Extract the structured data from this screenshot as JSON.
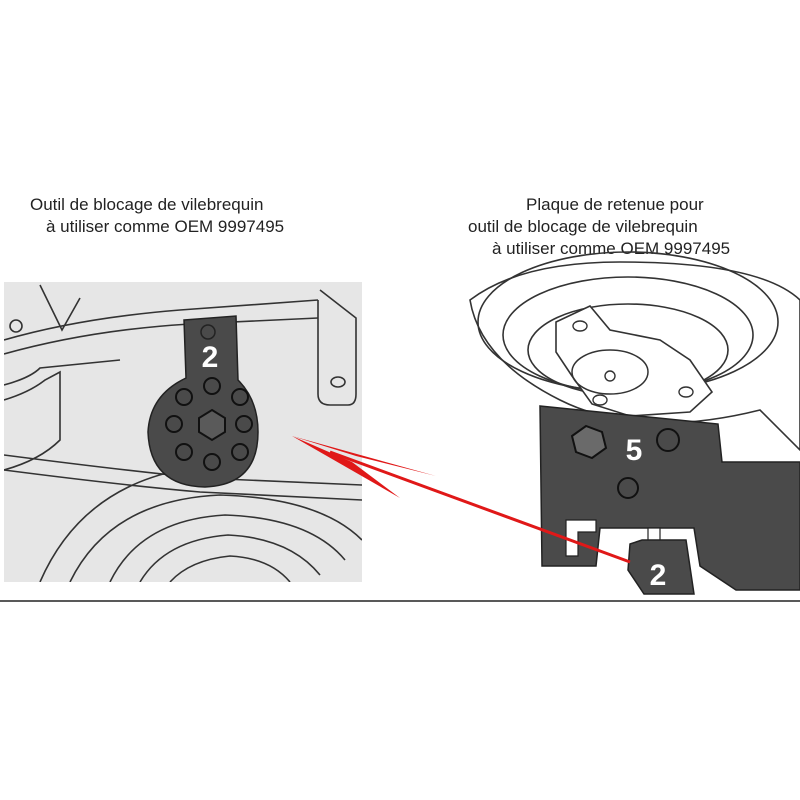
{
  "captions": {
    "left": {
      "line1": "Outil de blocage de vilebrequin",
      "line2": "à utiliser comme OEM 9997495"
    },
    "right": {
      "line1": "Plaque de retenue pour",
      "line2": "outil de blocage de vilebrequin",
      "line3": "à utiliser comme OEM 9997495"
    }
  },
  "callouts": {
    "tool_left": "2",
    "plate": "5",
    "tool_right": "2"
  },
  "colors": {
    "part_fill": "#4a4a4a",
    "arrow": "#e01818",
    "panel_bg": "#e6e6e6",
    "outline": "#333333"
  }
}
